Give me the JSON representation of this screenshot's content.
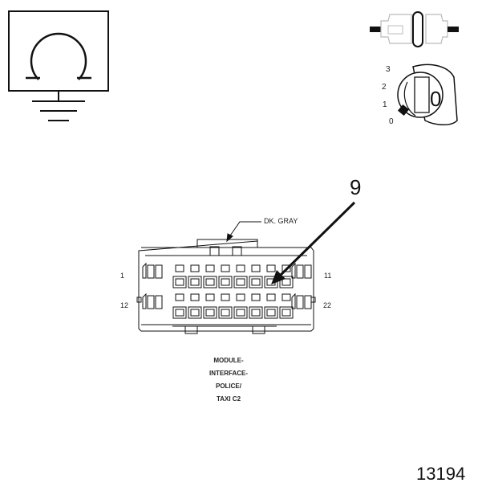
{
  "callout": {
    "number": "9",
    "wire_color": "DK. GRAY"
  },
  "connector": {
    "pin_labels": {
      "top_left": "1",
      "top_right": "11",
      "bottom_left": "12",
      "bottom_right": "22"
    },
    "caption_lines": [
      "MODULE-",
      "INTERFACE-",
      "POLICE/",
      "TAXI C2"
    ]
  },
  "ignition_switch": {
    "positions": [
      "3",
      "2",
      "1",
      "0"
    ],
    "key_label": "0"
  },
  "figure_number": "13194",
  "icons": [
    "ohmmeter-icon",
    "ground-icon",
    "connector-disconnect-icon",
    "ignition-key-icon"
  ],
  "colors": {
    "line": "#111111",
    "background": "#ffffff"
  }
}
